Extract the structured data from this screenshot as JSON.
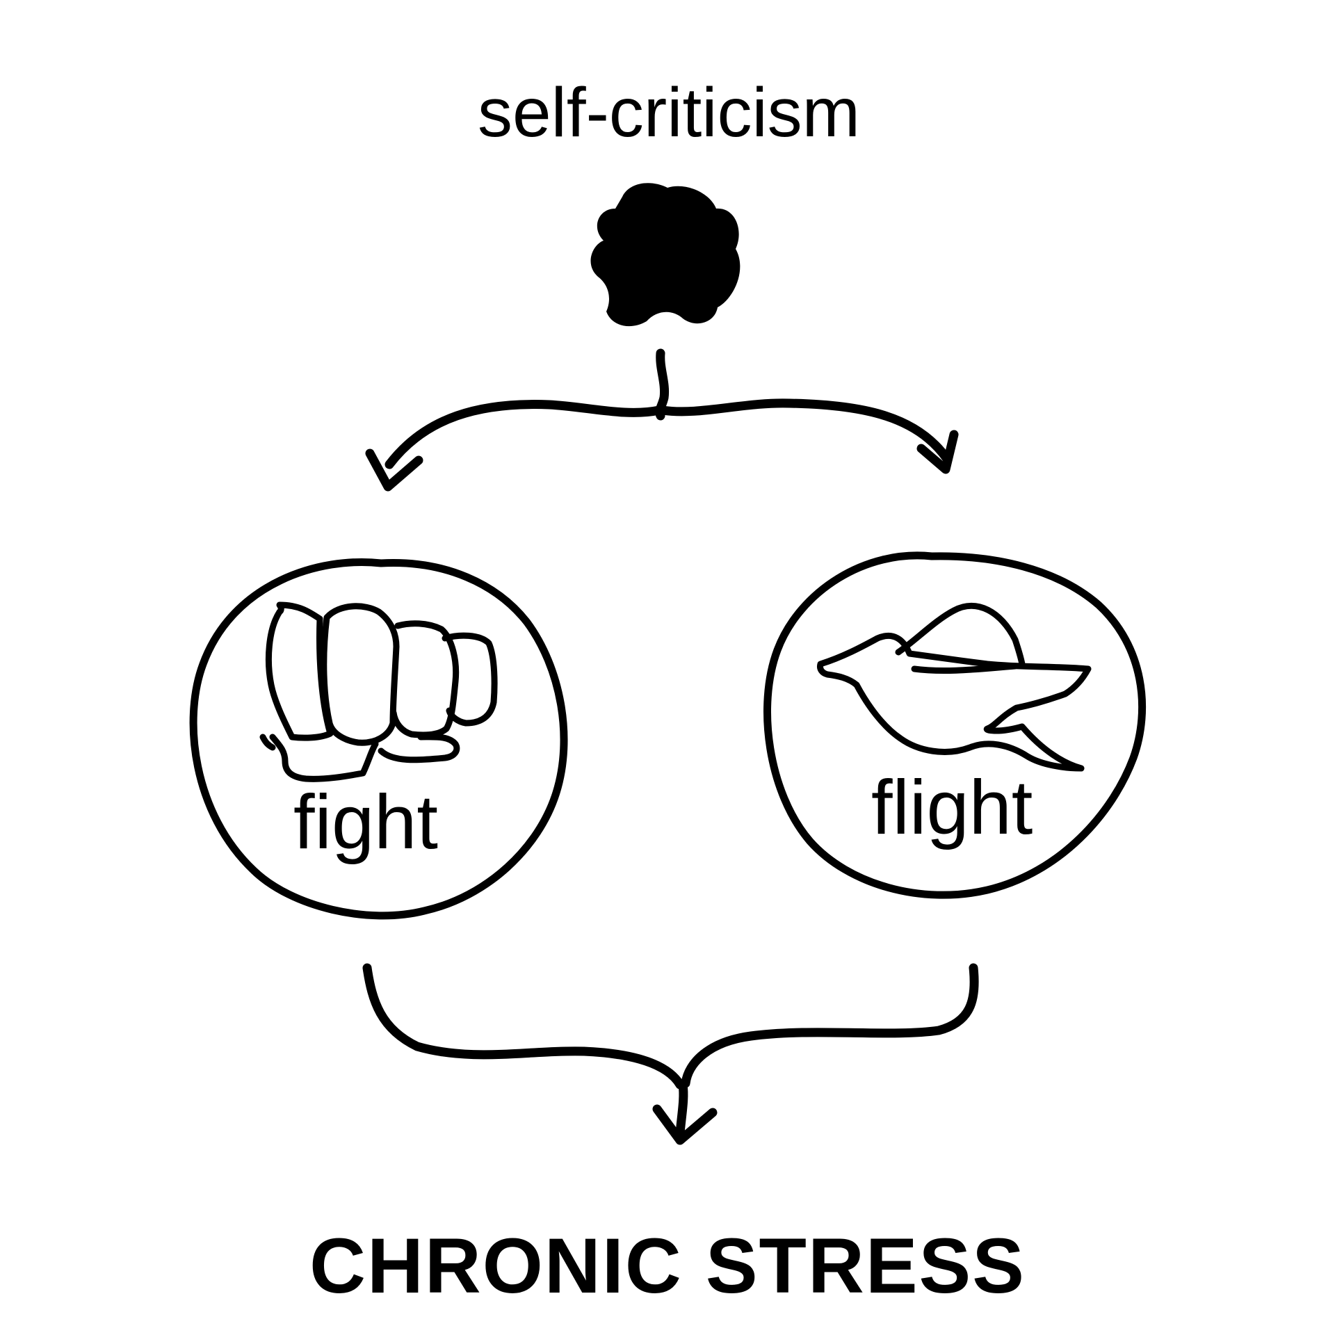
{
  "diagram": {
    "top_node": "self-criticism",
    "left_node": "fight",
    "right_node": "flight",
    "bottom_node": "CHRONIC STRESS"
  },
  "icons": {
    "top": "blob-icon",
    "left": "fist-icon",
    "right": "bird-icon"
  },
  "colors": {
    "ink": "#000000",
    "background": "#ffffff"
  }
}
